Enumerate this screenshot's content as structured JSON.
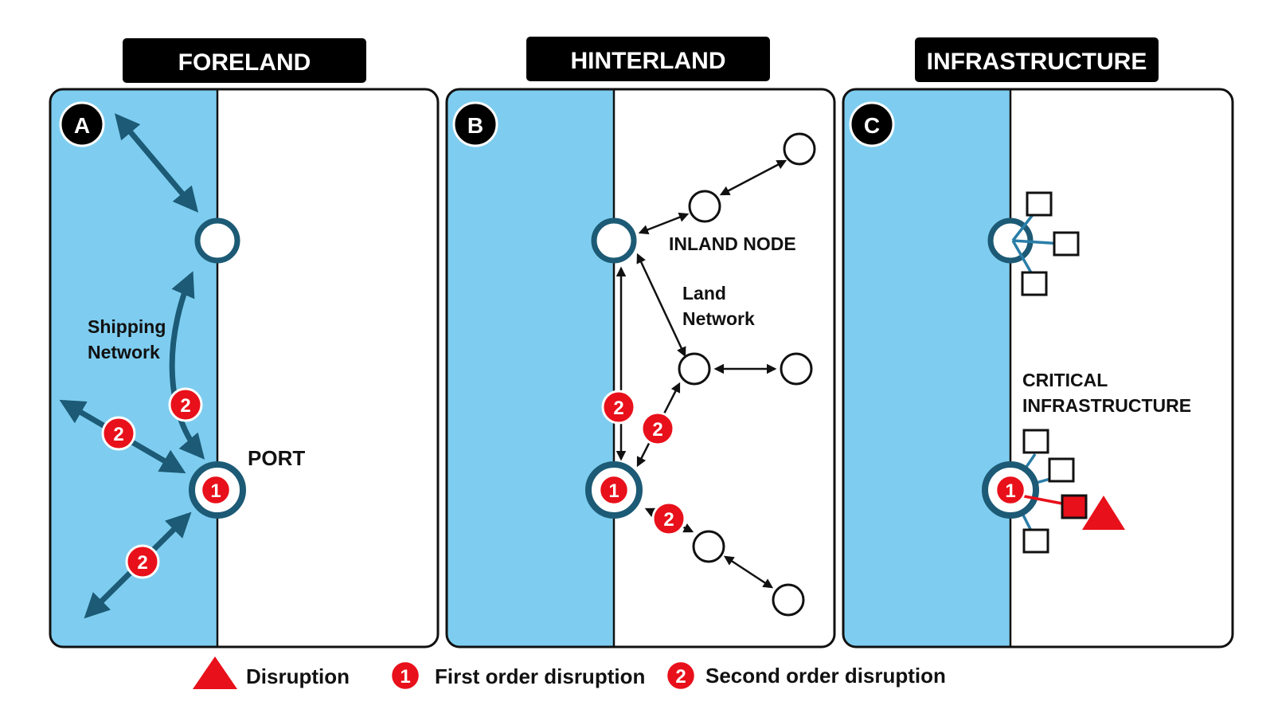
{
  "panels": [
    {
      "header": "FORELAND",
      "letter": "A"
    },
    {
      "header": "HINTERLAND",
      "letter": "B"
    },
    {
      "header": "INFRASTRUCTURE",
      "letter": "C"
    }
  ],
  "labels": {
    "shipping_network_line1": "Shipping",
    "shipping_network_line2": "Network",
    "port": "PORT",
    "inland_node": "INLAND NODE",
    "land_network_line1": "Land",
    "land_network_line2": "Network",
    "critical_infrastructure_line1": "CRITICAL",
    "critical_infrastructure_line2": "INFRASTRUCTURE"
  },
  "badges": {
    "first_order": "1",
    "second_order": "2"
  },
  "legend": {
    "disruption": "Disruption",
    "first_order": "First order disruption",
    "second_order": "Second order disruption"
  },
  "colors": {
    "sea": "#7ecdf0",
    "network": "#1c5a75",
    "infra_link": "#2a7ea8",
    "disruption": "#e8101a",
    "header_bg": "#000000"
  }
}
